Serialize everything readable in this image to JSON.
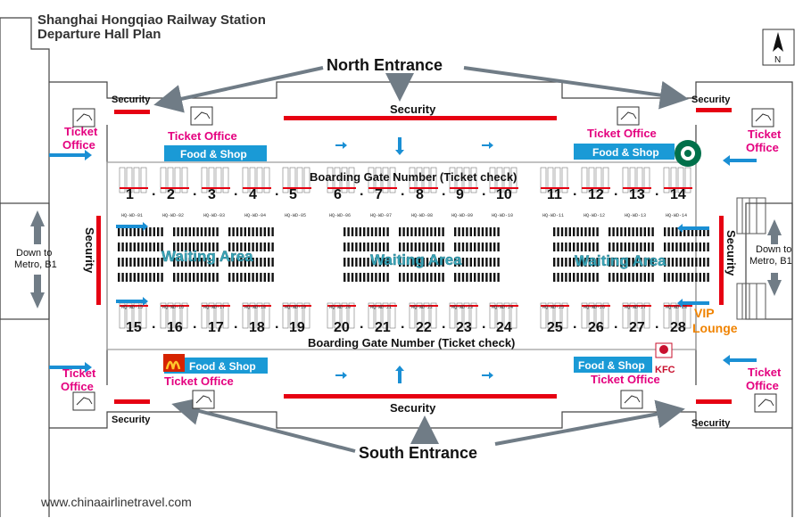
{
  "title": {
    "line1": "Shanghai Hongqiao Railway Station",
    "line2": "Departure Hall Plan"
  },
  "compass": "N",
  "entrances": {
    "north": "North Entrance",
    "south": "South Entrance"
  },
  "security": "Security",
  "ticket_office": "Ticket Office",
  "ticket_office_stacked": [
    "Ticket",
    "Office"
  ],
  "food_shop": "Food & Shop",
  "boarding_label": "Boarding Gate Number (Ticket check)",
  "waiting_area": "Waiting Area",
  "metro": [
    "Down to",
    "Metro, B1"
  ],
  "vip": [
    "VIP",
    "Lounge"
  ],
  "kfc": "KFC",
  "website": "www.chinaairlinetravel.com",
  "gates_top": [
    "1",
    "2",
    "3",
    "4",
    "5",
    "6",
    "7",
    "8",
    "9",
    "10",
    "11",
    "12",
    "13",
    "14"
  ],
  "gates_bottom": [
    "15",
    "16",
    "17",
    "18",
    "19",
    "20",
    "21",
    "22",
    "23",
    "24",
    "25",
    "26",
    "27",
    "28"
  ],
  "codes_top": [
    "HQ-WD-01",
    "HQ-WD-02",
    "HQ-WD-03",
    "HQ-WD-04",
    "HQ-WD-05",
    "HQ-WD-06",
    "HQ-WD-07",
    "HQ-WD-08",
    "HQ-WD-09",
    "HQ-WD-10",
    "HQ-WD-11",
    "HQ-WD-12",
    "HQ-WD-13",
    "HQ-WD-14"
  ],
  "codes_bottom": [
    "HQ-WD-15",
    "HQ-WD-16",
    "HQ-WD-17",
    "HQ-WD-18",
    "HQ-WD-19",
    "HQ-WD-20",
    "HQ-WD-21",
    "HQ-WD-22",
    "HQ-WD-23",
    "HQ-WD-24",
    "HQ-WD-25",
    "HQ-WD-26",
    "HQ-WD-27",
    "HQ-WD-28"
  ],
  "colors": {
    "security_bar": "#e60012",
    "shop_box": "#1a9ad6",
    "flow_arrow": "#1a8fd4",
    "ticket_text": "#e4007f",
    "waiting_text": "#3aa6b9",
    "vip_text": "#f08300",
    "arrow_gray": "#707c86"
  },
  "icons": [
    "compass-north-icon",
    "ticket-hand-icon",
    "starbucks-logo-icon",
    "mcdonalds-logo-icon",
    "kfc-logo-icon",
    "escalator-icon"
  ]
}
